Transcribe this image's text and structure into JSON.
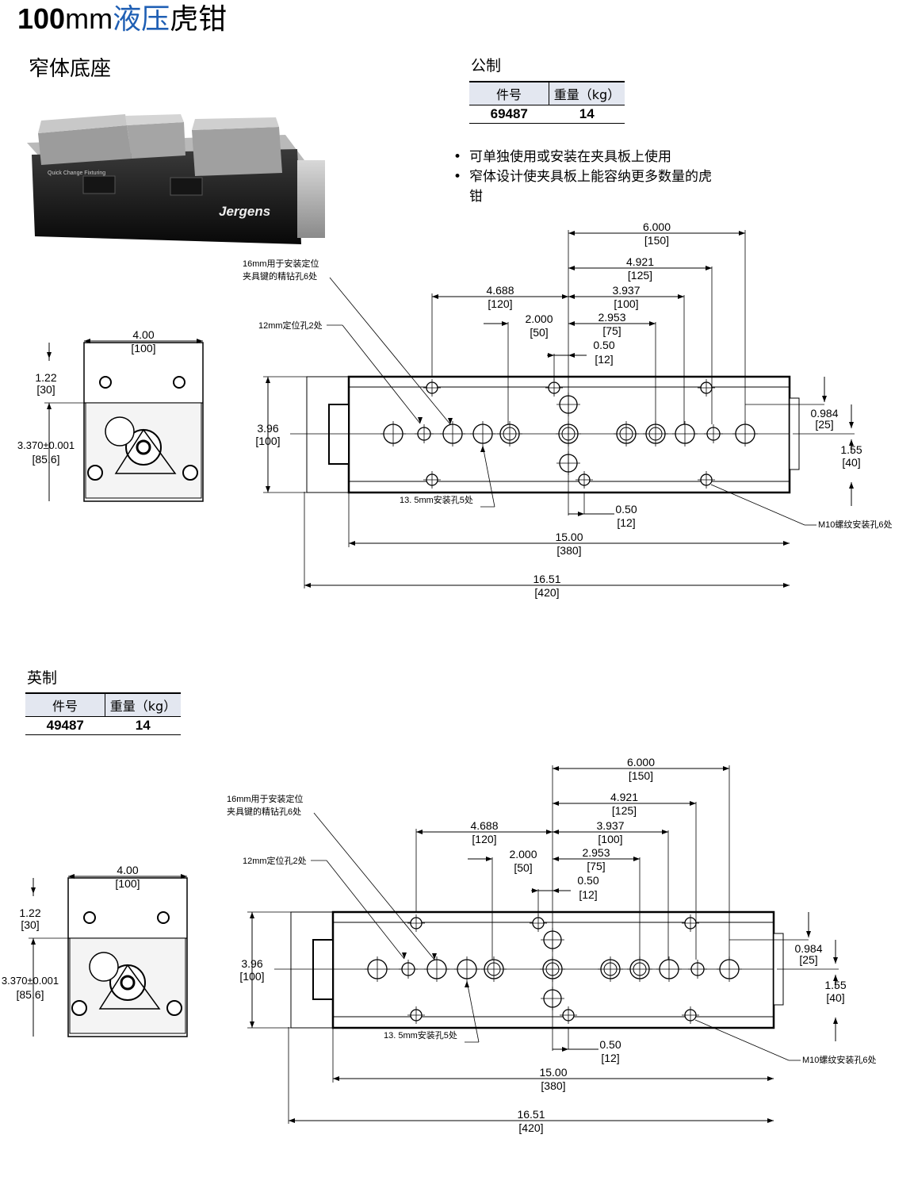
{
  "title": {
    "size": "100",
    "unit": "mm",
    "name_blue": "液压",
    "name_black": "虎钳"
  },
  "subtitle": "窄体底座",
  "metric": {
    "label": "公制",
    "headers": [
      "件号",
      "重量（kg）"
    ],
    "part_no": "69487",
    "weight": "14"
  },
  "imperial": {
    "label": "英制",
    "headers": [
      "件号",
      "重量（kg）"
    ],
    "part_no": "49487",
    "weight": "14"
  },
  "bullets": [
    "可单独使用或安装在夹具板上使用",
    "窄体设计使夹具板上能容纳更多数量的虎钳"
  ],
  "photo": {
    "brand": "Jergens",
    "engraving": "Quick Change Fixturing"
  },
  "drawing": {
    "side": {
      "width": "4.00",
      "width_mm": "[100]",
      "h1": "1.22",
      "h1_mm": "[30]",
      "h2": "3.370±0.001",
      "h2_mm": "[85.6]"
    },
    "top": {
      "d6000": "6.000",
      "d6000_mm": "[150]",
      "d4921": "4.921",
      "d4921_mm": "[125]",
      "d4688": "4.688",
      "d4688_mm": "[120]",
      "d3937": "3.937",
      "d3937_mm": "[100]",
      "d2000": "2.000",
      "d2000_mm": "[50]",
      "d2953": "2.953",
      "d2953_mm": "[75]",
      "d050": "0.50",
      "d050_mm": "[12]",
      "d396": "3.96",
      "d396_mm": "[100]",
      "d0984": "0.984",
      "d0984_mm": "[25]",
      "d155": "1.55",
      "d155_mm": "[40]",
      "d1500": "15.00",
      "d1500_mm": "[380]",
      "d1651": "16.51",
      "d1651_mm": "[420]",
      "note_key": [
        "16mm用于安装定位",
        "夹具键的精钻孔6处"
      ],
      "note_pin": "12mm定位孔2处",
      "note_mount": "13. 5mm安装孔5处",
      "note_thread": "M10螺纹安装孔6处"
    }
  }
}
